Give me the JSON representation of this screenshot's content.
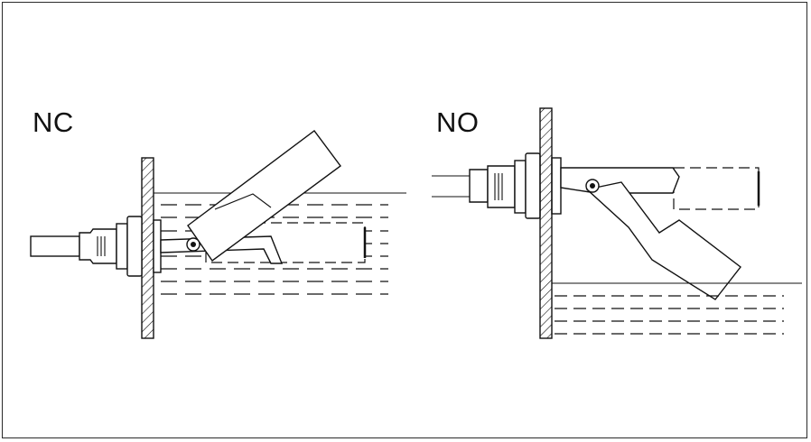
{
  "labels": {
    "left_state": "NC",
    "right_state": "NO"
  },
  "icons": [
    "float-switch-nc",
    "float-switch-no"
  ],
  "colors": {
    "line": "#111111",
    "background": "#ffffff"
  }
}
